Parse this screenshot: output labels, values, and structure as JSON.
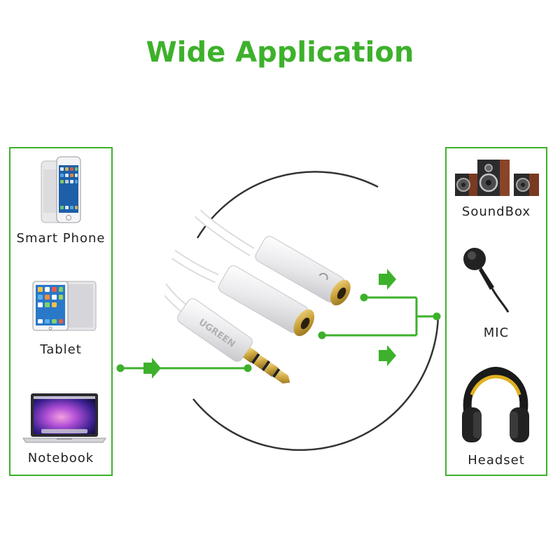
{
  "title": "Wide Application",
  "sources": [
    {
      "label": "Smart Phone",
      "icon": "smartphone-icon"
    },
    {
      "label": "Tablet",
      "icon": "tablet-icon"
    },
    {
      "label": "Notebook",
      "icon": "laptop-icon"
    }
  ],
  "outputs": [
    {
      "label": "SoundBox",
      "icon": "speakers-icon"
    },
    {
      "label": "MIC",
      "icon": "microphone-icon"
    },
    {
      "label": "Headset",
      "icon": "headphones-icon"
    }
  ],
  "cable": {
    "brand": "UGREEN"
  },
  "colors": {
    "accent": "#3db12b",
    "gold": "#c9a13a",
    "cable": "#ffffff"
  }
}
